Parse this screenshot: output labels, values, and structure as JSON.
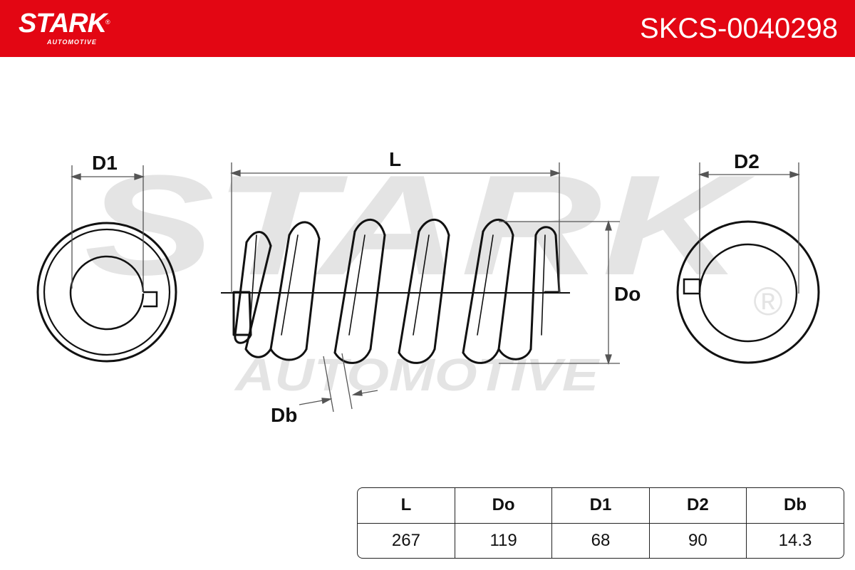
{
  "header": {
    "brand_name": "STARK",
    "brand_sub": "AUTOMOTIVE",
    "registered_mark": "®",
    "part_number": "SKCS-0040298",
    "background_color": "#e30613"
  },
  "watermark": {
    "brand_name": "STARK",
    "brand_sub": "AUTOMOTIVE",
    "registered_mark": "®",
    "color": "#e4e4e4"
  },
  "diagram": {
    "labels": {
      "d1": "D1",
      "length": "L",
      "d2": "D2",
      "outer_diameter": "Do",
      "wire_diameter": "Db"
    },
    "line_color": "#111111",
    "dimension_color": "#555555"
  },
  "spec_table": {
    "headers": [
      "L",
      "Do",
      "D1",
      "D2",
      "Db"
    ],
    "values": [
      "267",
      "119",
      "68",
      "90",
      "14.3"
    ]
  }
}
